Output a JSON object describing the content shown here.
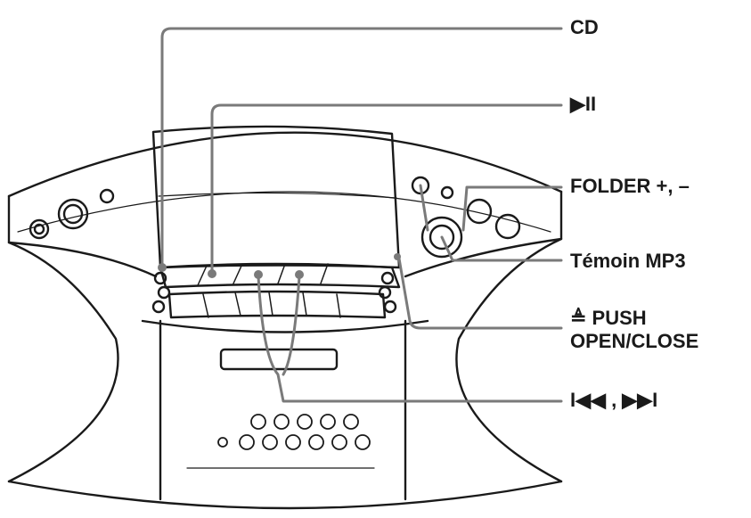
{
  "labels": {
    "cd": "CD",
    "play_pause": "▶II",
    "folder": "FOLDER +, –",
    "mp3_indicator": "Témoin MP3",
    "push_line1": "≜ PUSH",
    "push_line2": "OPEN/CLOSE",
    "skip": "I◀◀ , ▶▶I"
  },
  "colors": {
    "line": "#1a1a1a",
    "callout": "#7a7a7a",
    "fill": "#ffffff",
    "shade": "#d9d9d9"
  },
  "icons": {
    "play_pause": "play-pause-icon",
    "eject": "eject-icon",
    "skip": "skip-icon"
  }
}
